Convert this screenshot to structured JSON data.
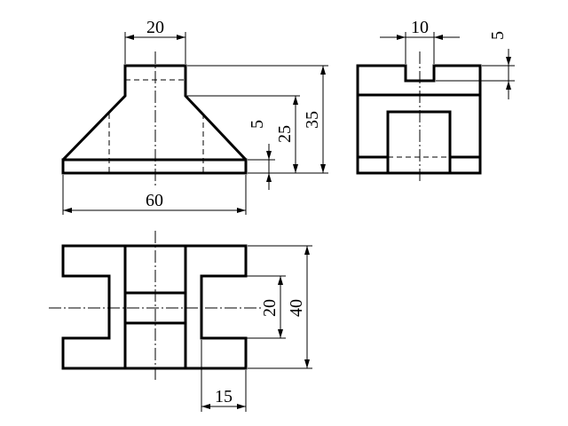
{
  "drawing": {
    "line_color": "#000000",
    "background": "#ffffff"
  },
  "front_view": {
    "dimensions": {
      "top_width": "20",
      "bottom_width": "60",
      "base_height": "5",
      "taper_height": "25",
      "total_height": "35"
    }
  },
  "side_view": {
    "dimensions": {
      "slot_width": "10",
      "slot_depth": "5"
    }
  },
  "top_view": {
    "dimensions": {
      "inner_width": "20",
      "total_depth": "40",
      "flange_width": "15"
    }
  }
}
